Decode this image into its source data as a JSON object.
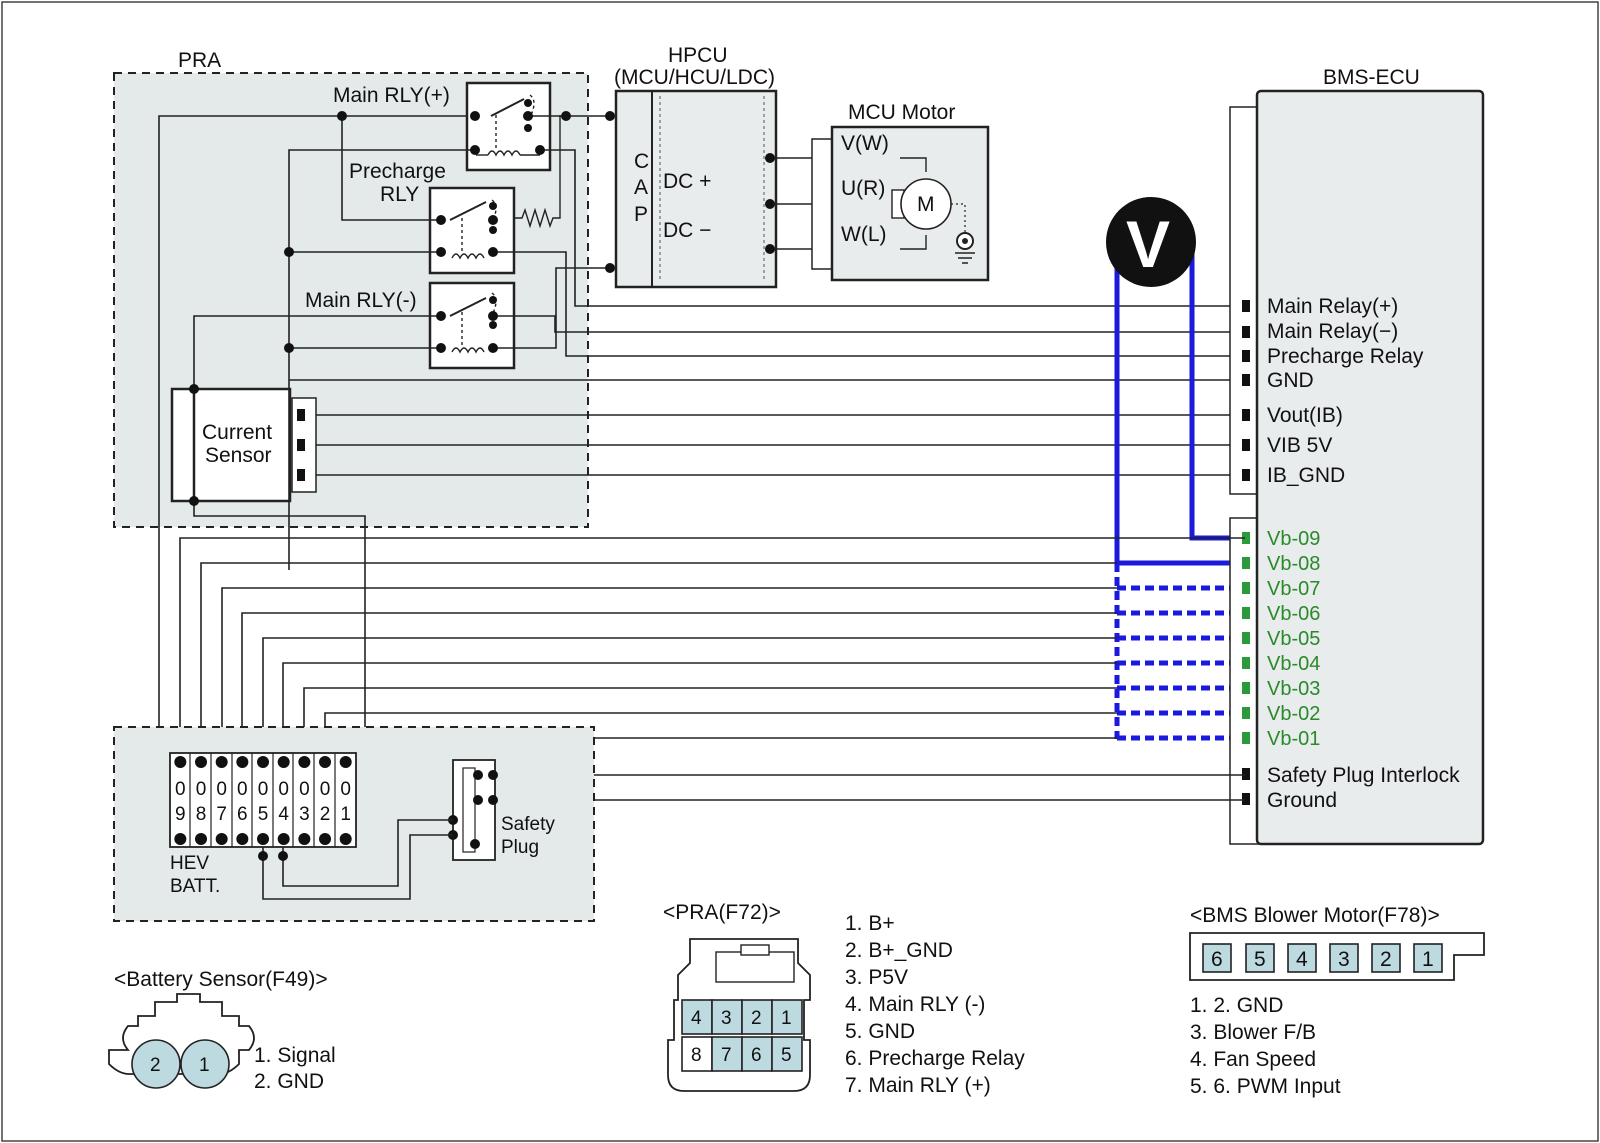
{
  "pra": {
    "title": "PRA",
    "main_rly_plus": "Main RLY(+)",
    "precharge_l1": "Precharge",
    "precharge_l2": "RLY",
    "main_rly_minus": "Main RLY(-)",
    "current_l1": "Current",
    "current_l2": "Sensor"
  },
  "hpcu": {
    "title_l1": "HPCU",
    "title_l2": "(MCU/HCU/LDC)",
    "cap": [
      "C",
      "A",
      "P"
    ],
    "dc_plus": "DC +",
    "dc_minus": "DC −"
  },
  "motor": {
    "title": "MCU Motor",
    "phases": [
      "V(W)",
      "U(R)",
      "W(L)"
    ],
    "symbol": "M"
  },
  "meter": {
    "symbol": "V"
  },
  "bms": {
    "title": "BMS-ECU",
    "pins": [
      "Main Relay(+)",
      "Main Relay(−)",
      "Precharge Relay",
      "GND",
      "Vout(IB)",
      "VIB 5V",
      "IB_GND"
    ],
    "vb_pins": [
      "Vb-09",
      "Vb-08",
      "Vb-07",
      "Vb-06",
      "Vb-05",
      "Vb-04",
      "Vb-03",
      "Vb-02",
      "Vb-01"
    ],
    "bottom_pins": [
      "Safety Plug Interlock",
      "Ground"
    ]
  },
  "battery": {
    "title_l1": "HEV",
    "title_l2": "BATT.",
    "cells": [
      "09",
      "08",
      "07",
      "06",
      "05",
      "04",
      "03",
      "02",
      "01"
    ],
    "plug_l1": "Safety",
    "plug_l2": "Plug"
  },
  "f49": {
    "title": "<Battery Sensor(F49)>",
    "pins": [
      "2",
      "1"
    ],
    "legend": [
      "1. Signal",
      "2. GND"
    ]
  },
  "f72": {
    "title": "<PRA(F72)>",
    "pins_top": [
      "4",
      "3",
      "2",
      "1"
    ],
    "pins_bottom": [
      "8",
      "7",
      "6",
      "5"
    ],
    "legend": [
      "1. B+",
      "2. B+_GND",
      "3. P5V",
      "4. Main RLY (-)",
      "5. GND",
      "6. Precharge Relay",
      "7. Main RLY (+)"
    ]
  },
  "f78": {
    "title": "<BMS Blower Motor(F78)>",
    "pins": [
      "6",
      "5",
      "4",
      "3",
      "2",
      "1"
    ],
    "legend": [
      "1. 2. GND",
      "3. Blower F/B",
      "4. Fan Speed",
      "5. 6. PWM Input"
    ]
  },
  "colors": {
    "probe": "#1a1adc",
    "vb_text": "#2a8a2a",
    "panel": "#e8eced",
    "connector": "#bcdadf"
  }
}
